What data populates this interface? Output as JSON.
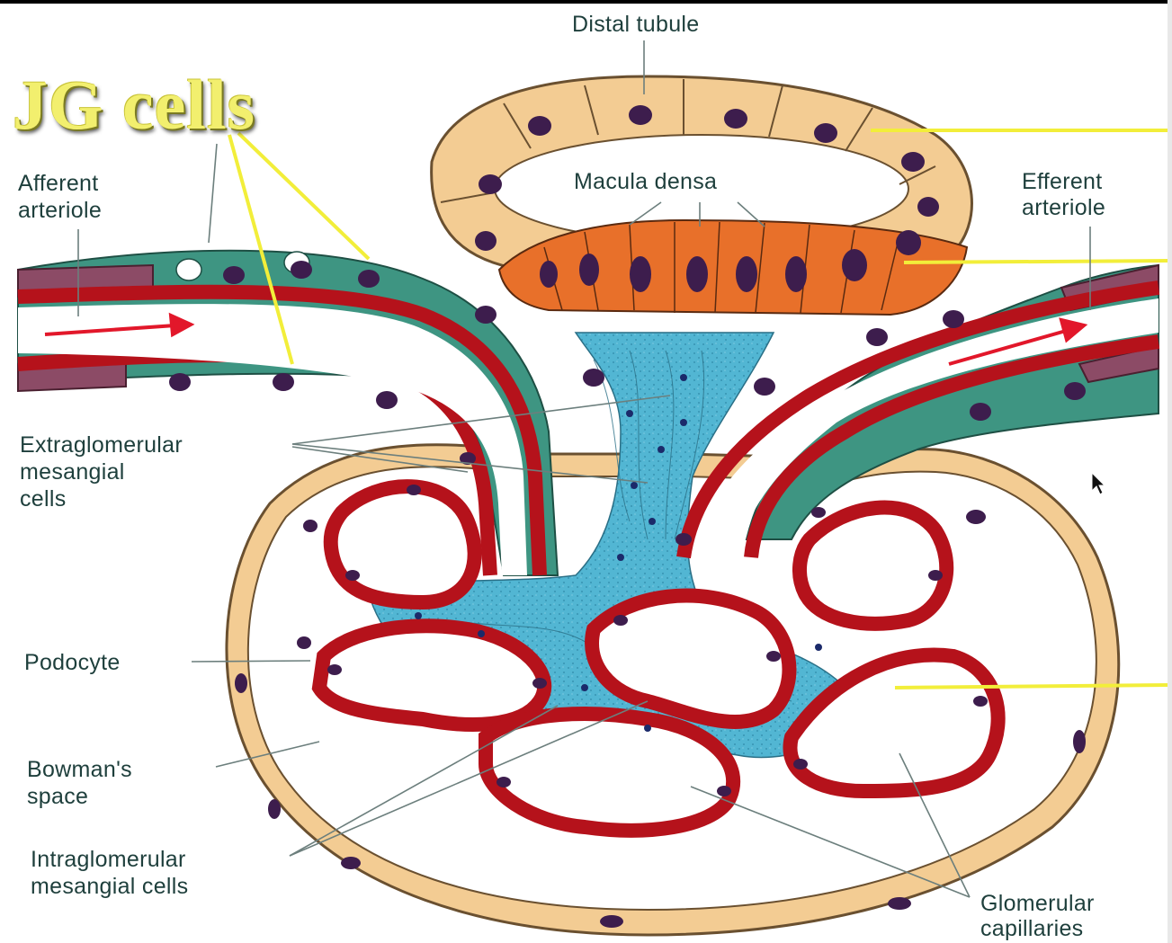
{
  "diagram": {
    "title": "JG cells",
    "labels": {
      "distal_tubule": "Distal tubule",
      "macula_densa": "Macula densa",
      "afferent_arteriole": [
        "Afferent",
        "arteriole"
      ],
      "efferent_arteriole": [
        "Efferent",
        "arteriole"
      ],
      "extraglomerular_mesangial_cells": [
        "Extraglomerular",
        "mesangial",
        "cells"
      ],
      "podocyte": "Podocyte",
      "bowmans_space": [
        "Bowman's",
        "space"
      ],
      "intraglomerular_mesangial_cells": [
        "Intraglomerular",
        "mesangial cells"
      ],
      "glomerular_capillaries": [
        "Glomerular",
        "capillaries"
      ]
    },
    "colors": {
      "capsule_fill": "#f3cc93",
      "capsule_stroke": "#6a5030",
      "vessel_wall": "#b5121b",
      "jg_cells": "#3e9582",
      "mesangium": "#4fb5d2",
      "macula_densa": "#e8702a",
      "nucleus": "#3d1d4d",
      "title": "#f2ef6e",
      "pointer_line": "#f2ee3a",
      "flow_arrow": "#e2172a",
      "label_text": "#1e3f3c"
    },
    "icons": [
      "mouse-cursor-icon"
    ]
  }
}
